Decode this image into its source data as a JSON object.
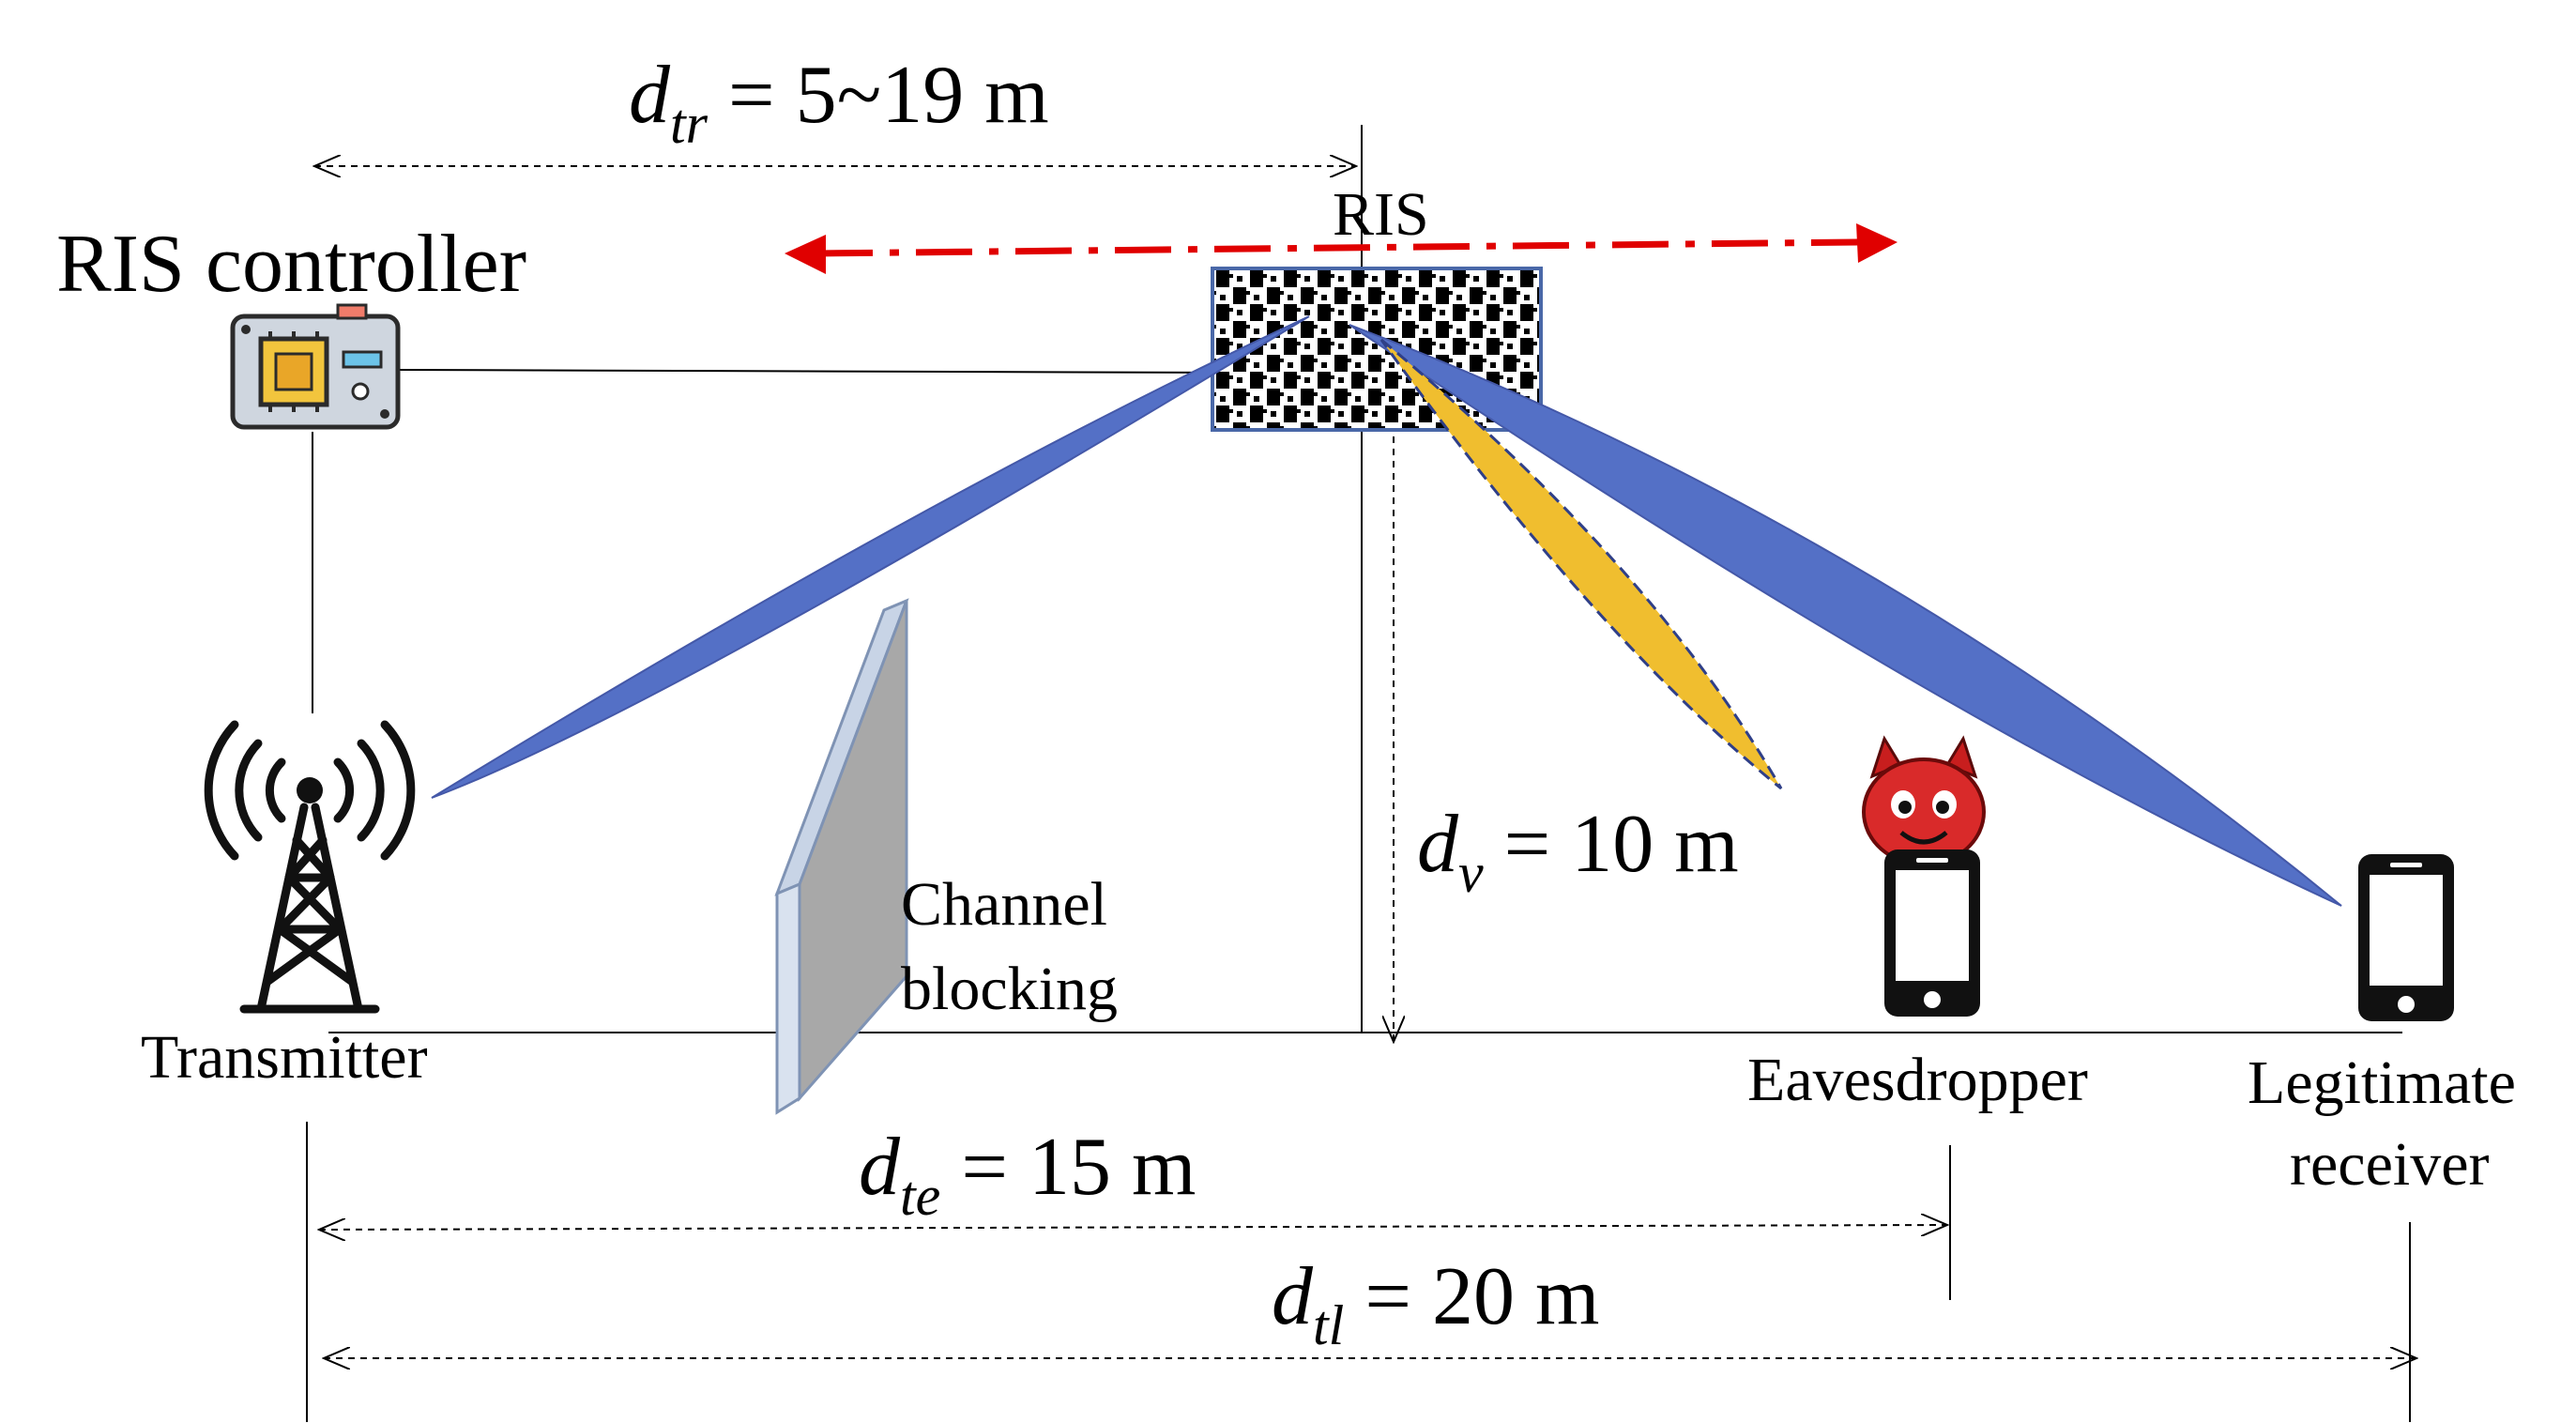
{
  "labels": {
    "ris_controller": "RIS controller",
    "ris": "RIS",
    "transmitter": "Transmitter",
    "channel_blocking_line1": "Channel",
    "channel_blocking_line2": "blocking",
    "eavesdropper": "Eavesdropper",
    "legit_line1": "Legitimate",
    "legit_line2": "receiver"
  },
  "distances": {
    "d_tr": {
      "symbol": "d",
      "sub": "tr",
      "value": " = 5~19 m"
    },
    "d_v": {
      "symbol": "d",
      "sub": "v",
      "value": " = 10 m"
    },
    "d_te": {
      "symbol": "d",
      "sub": "te",
      "value": " = 15 m"
    },
    "d_tl": {
      "symbol": "d",
      "sub": "tl",
      "value": " = 20 m"
    }
  },
  "colors": {
    "beam_blue": "#5470c6",
    "beam_yellow": "#f0be2f",
    "arrow_red": "#e00000",
    "wall_gray": "#a8a8a8",
    "wall_edge": "#c8d4e6"
  },
  "icons": {
    "controller": "circuit-board-icon",
    "transmitter": "antenna-tower-icon",
    "eavesdropper": "devil-face-icon",
    "phone": "smartphone-icon"
  }
}
